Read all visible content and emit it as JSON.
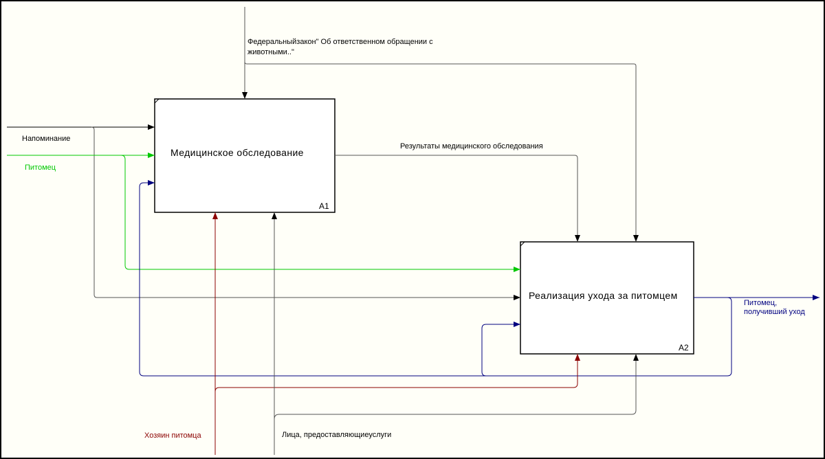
{
  "colors": {
    "black": "#000000",
    "green": "#00c800",
    "navy": "#000080",
    "darkred": "#8b0000",
    "gray": "#555555"
  },
  "boxes": {
    "a1": {
      "title": "Медицинское обследование",
      "node": "A1"
    },
    "a2": {
      "title": "Реализация ухода за питомцем",
      "node": "A2"
    }
  },
  "arrows": {
    "law": {
      "line1": "Федеральныйзакон\" Об ответственном обращении с",
      "line2": "животными..\""
    },
    "reminder": "Напоминание",
    "pet": "Питомец",
    "results": "Результаты медицинского обследования",
    "output": {
      "line1": "Питомец,",
      "line2": "получивший уход"
    },
    "owner": "Хозяин питомца",
    "providers": "Лица, предоставляющиеуслуги"
  }
}
